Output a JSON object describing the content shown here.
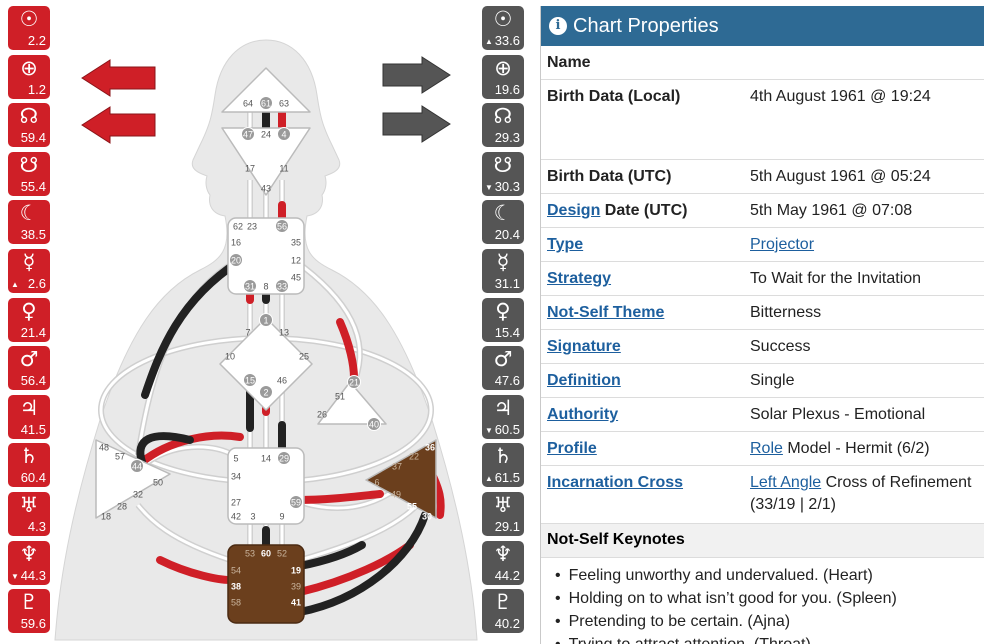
{
  "personality_column": {
    "planets": [
      {
        "icon": "sun-icon",
        "glyph": "☉",
        "value": "2.2",
        "mark": ""
      },
      {
        "icon": "earth-icon",
        "glyph": "⊕",
        "value": "1.2",
        "mark": ""
      },
      {
        "icon": "north-node-icon",
        "glyph": "☊",
        "value": "59.4",
        "mark": ""
      },
      {
        "icon": "south-node-icon",
        "glyph": "☋",
        "value": "55.4",
        "mark": ""
      },
      {
        "icon": "moon-icon",
        "glyph": "☾",
        "value": "38.5",
        "mark": ""
      },
      {
        "icon": "mercury-icon",
        "glyph": "☿",
        "value": "2.6",
        "mark": "▲"
      },
      {
        "icon": "venus-icon",
        "glyph": "♀",
        "value": "21.4",
        "mark": ""
      },
      {
        "icon": "mars-icon",
        "glyph": "♂",
        "value": "56.4",
        "mark": ""
      },
      {
        "icon": "jupiter-icon",
        "glyph": "♃",
        "value": "41.5",
        "mark": ""
      },
      {
        "icon": "saturn-icon",
        "glyph": "♄",
        "value": "60.4",
        "mark": ""
      },
      {
        "icon": "uranus-icon",
        "glyph": "♅",
        "value": "4.3",
        "mark": ""
      },
      {
        "icon": "neptune-icon",
        "glyph": "♆",
        "value": "44.3",
        "mark": "▼"
      },
      {
        "icon": "pluto-icon",
        "glyph": "♇",
        "value": "59.6",
        "mark": ""
      }
    ]
  },
  "design_column": {
    "planets": [
      {
        "icon": "sun-icon",
        "glyph": "☉",
        "value": "33.6",
        "mark": "▲"
      },
      {
        "icon": "earth-icon",
        "glyph": "⊕",
        "value": "19.6",
        "mark": ""
      },
      {
        "icon": "north-node-icon",
        "glyph": "☊",
        "value": "29.3",
        "mark": ""
      },
      {
        "icon": "south-node-icon",
        "glyph": "☋",
        "value": "30.3",
        "mark": "▼"
      },
      {
        "icon": "moon-icon",
        "glyph": "☾",
        "value": "20.4",
        "mark": ""
      },
      {
        "icon": "mercury-icon",
        "glyph": "☿",
        "value": "31.1",
        "mark": ""
      },
      {
        "icon": "venus-icon",
        "glyph": "♀",
        "value": "15.4",
        "mark": ""
      },
      {
        "icon": "mars-icon",
        "glyph": "♂",
        "value": "47.6",
        "mark": ""
      },
      {
        "icon": "jupiter-icon",
        "glyph": "♃",
        "value": "60.5",
        "mark": "▼"
      },
      {
        "icon": "saturn-icon",
        "glyph": "♄",
        "value": "61.5",
        "mark": "▲"
      },
      {
        "icon": "uranus-icon",
        "glyph": "♅",
        "value": "29.1",
        "mark": ""
      },
      {
        "icon": "neptune-icon",
        "glyph": "♆",
        "value": "44.2",
        "mark": ""
      },
      {
        "icon": "pluto-icon",
        "glyph": "♇",
        "value": "40.2",
        "mark": ""
      }
    ]
  },
  "bodygraph": {
    "arrows": {
      "left_color": "#cf1f27",
      "right_color": "#555555"
    },
    "colors": {
      "red": "#cf1f27",
      "black": "#222222",
      "defined_center": "#6b3f1d"
    },
    "gates": {
      "head": [
        "64",
        "61",
        "63"
      ],
      "ajna": [
        "47",
        "24",
        "4",
        "17",
        "11",
        "43"
      ],
      "throat": [
        "62",
        "23",
        "56",
        "16",
        "35",
        "20",
        "12",
        "45",
        "31",
        "8",
        "33"
      ],
      "g": [
        "1",
        "7",
        "13",
        "10",
        "25",
        "15",
        "2",
        "46"
      ],
      "heart": [
        "21",
        "51",
        "26",
        "40"
      ],
      "spleen": [
        "48",
        "57",
        "44",
        "50",
        "32",
        "28",
        "18"
      ],
      "sacral": [
        "5",
        "14",
        "29",
        "34",
        "27",
        "59",
        "42",
        "3",
        "9"
      ],
      "solar_plexus": [
        "36",
        "22",
        "37",
        "6",
        "49",
        "55",
        "30"
      ],
      "root": [
        "53",
        "60",
        "52",
        "54",
        "19",
        "38",
        "39",
        "58",
        "41"
      ]
    }
  },
  "panel": {
    "title": "Chart Properties",
    "name_label": "Name",
    "rows": [
      {
        "label": "Birth Data (Local)",
        "value": "4th August 1961 @ 19:24"
      },
      {
        "label": "Birth Data (UTC)",
        "value": "5th August 1961 @ 05:24"
      },
      {
        "label_link": "Design",
        "label_rest": " Date (UTC)",
        "value": "5th May 1961 @ 07:08"
      },
      {
        "label_link": "Type",
        "value_link": "Projector"
      },
      {
        "label_link": "Strategy",
        "value": "To Wait for the Invitation"
      },
      {
        "label_link": "Not-Self Theme",
        "value": "Bitterness"
      },
      {
        "label_link": "Signature",
        "value": "Success"
      },
      {
        "label_link": "Definition",
        "value": "Single"
      },
      {
        "label_link": "Authority",
        "value": "Solar Plexus - Emotional"
      },
      {
        "label_link": "Profile",
        "value_link": "Role",
        "value_rest": " Model - Hermit (6/2)"
      },
      {
        "label_link": "Incarnation Cross",
        "value_link": "Left Angle",
        "value_rest": " Cross of Refinement (33/19 | 2/1)"
      }
    ],
    "keynotes_title": "Not-Self Keynotes",
    "keynotes": [
      "Feeling unworthy and undervalued. (Heart)",
      "Holding on to what isn’t good for you. (Spleen)",
      "Pretending to be certain. (Ajna)",
      "Trying to attract attention. (Throat)"
    ]
  }
}
